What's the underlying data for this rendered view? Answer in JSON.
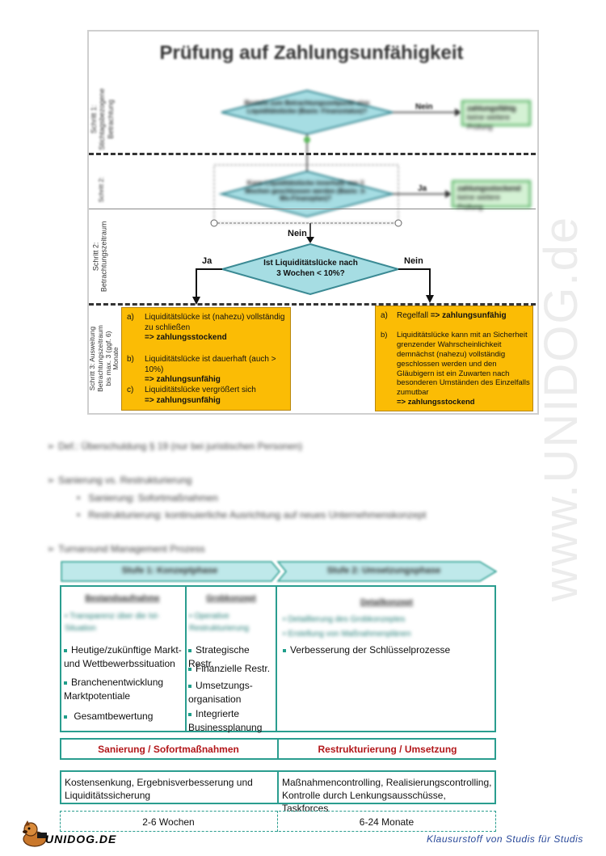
{
  "watermark": "www.UNIDOG.de",
  "flowchart": {
    "title": "Prüfung auf Zahlungsunfähigkeit",
    "step1_label": "Schritt 1: Stichtagsbezogene Betrachtung",
    "step1_question": "Besteht zum Betrachtungszeitpunkt eine Liquiditätslücke (Basis: Finanzstatus)?",
    "step1_no": "Nein",
    "step1_result_title": "zahlungsfähig",
    "step1_result_sub": "keine weitere Prüfung",
    "step2_label": "Schritt 2: Betrachtungszeitraum",
    "step2_question": "Kann Liquiditätslücke innerhalb von 3 Wochen geschlossen werden (Basis: 3-Wo-Finanzplan)?",
    "step2_yes": "Ja",
    "step2_result_title": "zahlungsstockend",
    "step2_result_sub": "keine weitere Prüfung",
    "step2_no": "Nein",
    "step3_question": "Ist Liquiditätslücke nach 3 Wochen < 10%?",
    "step3_yes": "Ja",
    "step3_no": "Nein",
    "step3_label": "Schritt 3: Ausweitung Betrachtungszeitraum bis max. 3 (ggf. 6) Monate",
    "left_box": [
      {
        "letter": "a)",
        "text": "Liquiditätslücke ist (nahezu) vollständig zu schließen",
        "result": "=> zahlungsstockend"
      },
      {
        "letter": "b)",
        "text": "Liquiditätslücke ist dauerhaft (auch > 10%)",
        "result": "=> zahlungsunfähig"
      },
      {
        "letter": "c)",
        "text": "Liquiditätslücke vergrößert sich",
        "result": "=> zahlungsunfähig"
      }
    ],
    "right_box": [
      {
        "letter": "a)",
        "text": "Regelfall",
        "result": "=> zahlungsunfähig"
      },
      {
        "letter": "b)",
        "text": "Liquiditätslücke kann mit an Sicherheit grenzender Wahrscheinlichkeit demnächst (nahezu) vollständig geschlossen werden und den Gläubigern ist ein Zuwarten nach besonderen Umständen des Einzelfalls zumutbar",
        "result": "=> zahlungsstockend"
      }
    ]
  },
  "bullets": {
    "b1": "Def.: Überschuldung § 19 (nur bei juristischen Personen)",
    "b2": "Sanierung vs. Restrukturierung",
    "b2a": "Sanierung: Sofortmaßnahmen",
    "b2b": "Restrukturierung: kontinuierliche Ausrichtung auf neues Unternehmenskonzept",
    "b3": "Turnaround Management Prozess"
  },
  "turnaround": {
    "stage1": "Stufe 1: Konzeptphase",
    "stage2": "Stufe 2: Umsetzungsphase",
    "col1_title": "Bestandsaufnahme",
    "col1_blur_item": "Transparenz über die Ist-Situation",
    "col1_items": [
      "Heutige/zukünftige Markt- und Wettbewerbssituation",
      "Branchenentwicklung Marktpotentiale",
      "Gesamtbewertung"
    ],
    "col2_title": "Grobkonzept",
    "col2_blur_item": "Operative Restrukturierung",
    "col2_items": [
      "Strategische Restr.",
      "Finanzielle Restr.",
      "Umsetzungs-organisation",
      "Integrierte Businessplanung"
    ],
    "col3_title": "Detailkonzept",
    "col3_blur_items": [
      "Detaillierung des Grobkonzeptes",
      "Erstellung von Maßnahmenplänen"
    ],
    "col3_items": [
      "Verbesserung der Schlüsselprozesse"
    ],
    "left_red": "Sanierung / Sofortmaßnahmen",
    "right_red": "Restrukturierung / Umsetzung",
    "left_desc": "Kostensenkung, Ergebnisverbesserung und Liquiditätssicherung",
    "right_desc": "Maßnahmencontrolling, Realisierungscontrolling, Kontrolle durch Lenkungsausschüsse, Taskforces",
    "left_time": "2-6 Wochen",
    "right_time": "6-24 Monate"
  },
  "footer": {
    "logo": "UNIDOG.DE",
    "tagline": "Klausurstoff von Studis für Studis"
  }
}
